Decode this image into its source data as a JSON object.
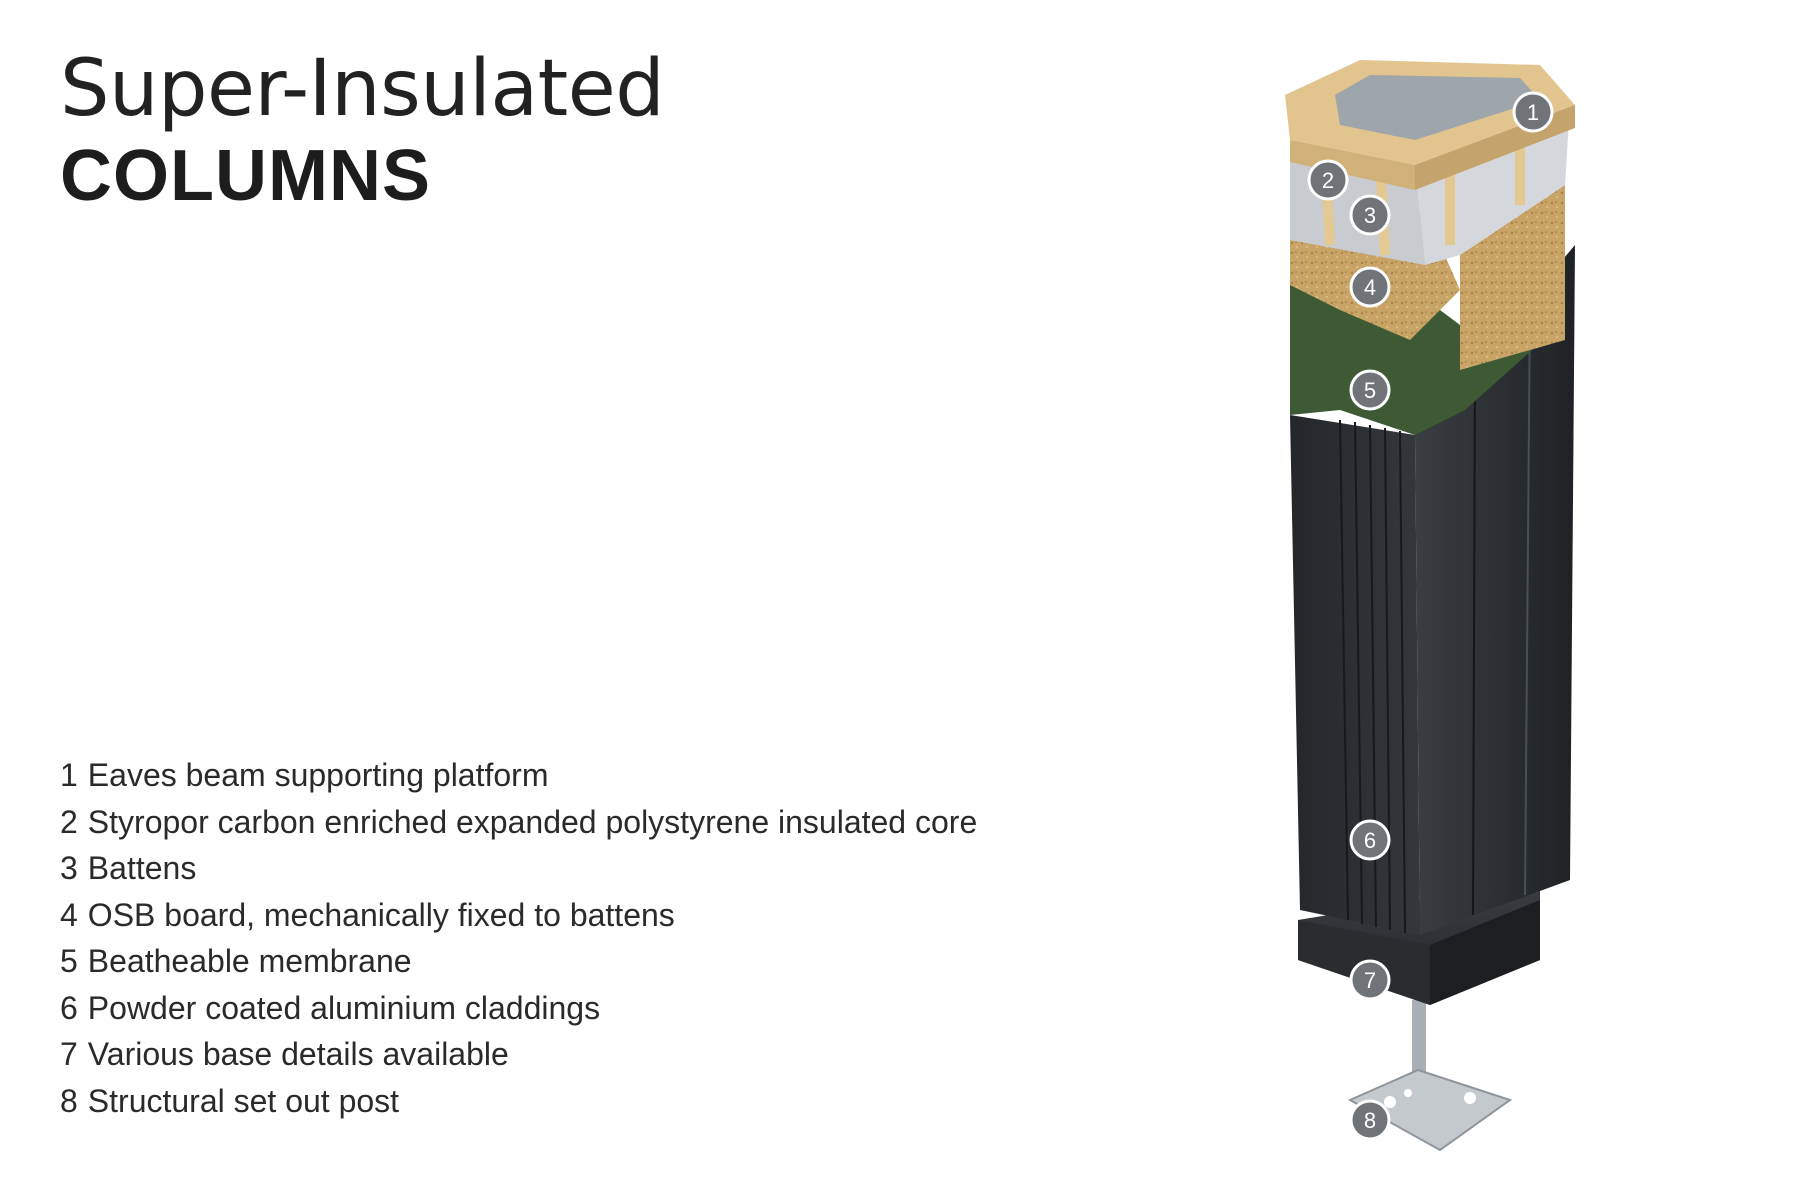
{
  "header": {
    "title_light": "Super-Insulated",
    "title_bold": "COLUMNS"
  },
  "legend": [
    {
      "num": "1",
      "text": "Eaves beam supporting platform"
    },
    {
      "num": "2",
      "text": "Styropor carbon enriched expanded polystyrene insulated core"
    },
    {
      "num": "3",
      "text": "Battens"
    },
    {
      "num": "4",
      "text": "OSB board, mechanically fixed to battens"
    },
    {
      "num": "5",
      "text": "Beatheable membrane"
    },
    {
      "num": "6",
      "text": "Powder coated aluminium claddings"
    },
    {
      "num": "7",
      "text": "Various base details available"
    },
    {
      "num": "8",
      "text": "Structural set out post"
    }
  ],
  "markers": [
    "1",
    "2",
    "3",
    "4",
    "5",
    "6",
    "7",
    "8"
  ],
  "colors": {
    "timber": "#e2c48f",
    "osb": "#c9a467",
    "membrane": "#3e5a34",
    "cladding": "#2b2e31",
    "insulation": "#c8ccd0",
    "steel": "#b9bfc4",
    "marker": "#707479"
  }
}
